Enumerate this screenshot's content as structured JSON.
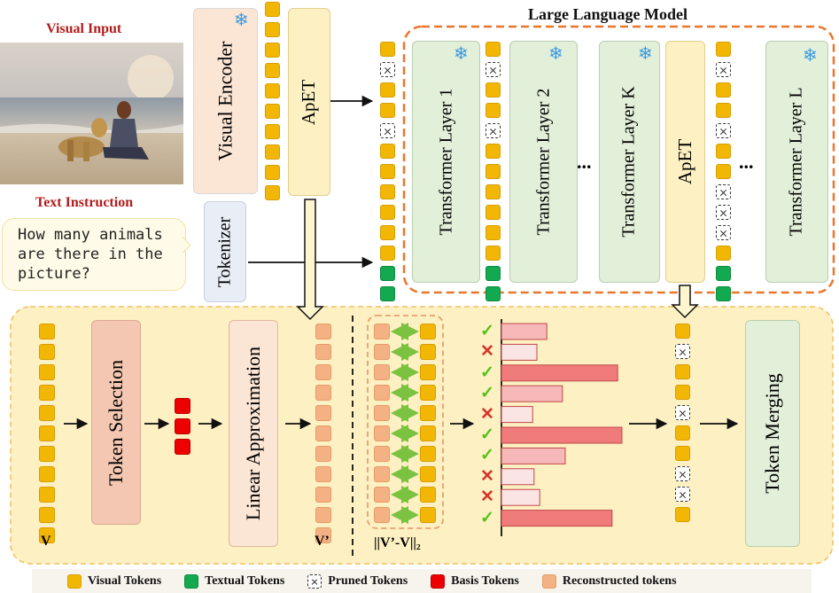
{
  "visual_input_label": "Visual Input",
  "text_instruction_label": "Text Instruction",
  "prompt_text": "How many animals are there in the picture?",
  "visual_encoder_label": "Visual Encoder",
  "apet_label": "ApET",
  "tokenizer_label": "Tokenizer",
  "llm_title": "Large Language Model",
  "layers": [
    "Transformer Layer 1",
    "Transformer Layer 2",
    "Transformer Layer K",
    "Transformer Layer L"
  ],
  "ellipsis": "...",
  "token_selection_label": "Token Selection",
  "linear_approx_label": "Linear Approximation",
  "token_merging_label": "Token Merging",
  "v_label": "V",
  "v_prime_label": "V’",
  "norm_label": "||V’-V||₂",
  "bars": [
    {
      "value": 0.32,
      "keep": true
    },
    {
      "value": 0.25,
      "keep": false
    },
    {
      "value": 0.82,
      "keep": true
    },
    {
      "value": 0.43,
      "keep": true
    },
    {
      "value": 0.22,
      "keep": false
    },
    {
      "value": 0.85,
      "keep": true
    },
    {
      "value": 0.45,
      "keep": true
    },
    {
      "value": 0.23,
      "keep": false
    },
    {
      "value": 0.27,
      "keep": false
    },
    {
      "value": 0.78,
      "keep": true
    }
  ],
  "legend": {
    "visual": "Visual Tokens",
    "textual": "Textual Tokens",
    "pruned": "Pruned Tokens",
    "basis": "Basis Tokens",
    "reconstructed": "Reconstructed tokens"
  },
  "colors": {
    "visual": "#f2b705",
    "textual": "#13a950",
    "basis": "#ee0000",
    "reconstructed": "#f4b183",
    "check": "#55c21a",
    "cross": "#d9342b",
    "llm_border": "#e8772e",
    "bottom_panel": "#fdf0c2"
  }
}
